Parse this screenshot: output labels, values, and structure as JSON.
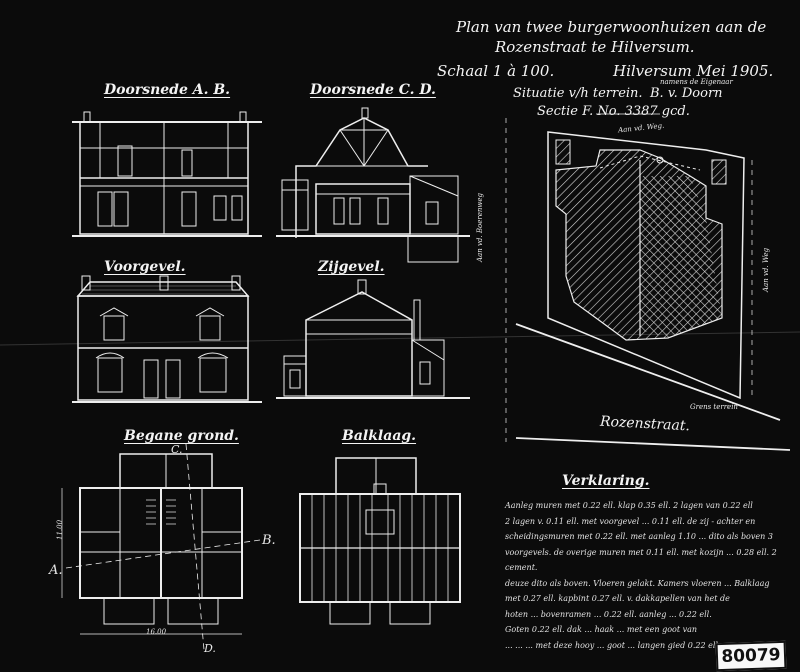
{
  "title": {
    "line1": "Plan van twee burgerwoonhuizen aan de",
    "line2": "Rozenstraat te Hilversum.",
    "scale": "Schaal 1 à 100.",
    "place_date": "Hilversum Mei 1905.",
    "signature": "namens de Eigenaar",
    "situation": "Situatie v/h terrein.",
    "situation_author": "B. v. Doorn",
    "section": "Sectie F. No. 3387 gcd."
  },
  "drawings": {
    "section_ab": "Doorsnede A. B.",
    "section_cd": "Doorsnede C. D.",
    "front": "Voorgevel.",
    "side": "Zijgevel.",
    "ground_floor": "Begane grond.",
    "beams": "Balklaag."
  },
  "site": {
    "street": "Rozenstraat.",
    "north_note": "Aan vd. Weg.",
    "left_note": "Aan vd. Boerenweg",
    "right_note": "Aan vd. Weg",
    "bottom_note": "Grens terrein"
  },
  "plan_marks": {
    "a": "A.",
    "b": "B.",
    "c": "C.",
    "d": "D.",
    "width": "16.00",
    "depth": "11.00"
  },
  "notes": {
    "heading": "Verklaring.",
    "lines": [
      "Aanleg muren met 0.22 ell. klap 0.35 ell. 2 lagen van 0.22 ell",
      "2 lagen v. 0.11 ell. met voorgevel ... 0.11 ell. de zij - achter en",
      "scheidingsmuren met 0.22 ell. met aanleg 1.10 ... dito als boven 3",
      "voorgevels. de overige muren met 0.11 ell. met kozijn ... 0.28 ell. 2 cement.",
      "deuze dito als boven. Vloeren gelakt. Kamers vloeren ... Balklaag",
      "met 0.27 ell. kapbint 0.27 ell. v. dakkapellen van het de",
      "hoten ... bovenramen ... 0.22 ell. aanleg ... 0.22 ell.",
      "Goten 0.22 ell. dak ... haak ... met een goot van",
      "... ... ... met deze hooy ... goot ... langen gied 0.22 ell."
    ]
  },
  "archive_number": "80079"
}
